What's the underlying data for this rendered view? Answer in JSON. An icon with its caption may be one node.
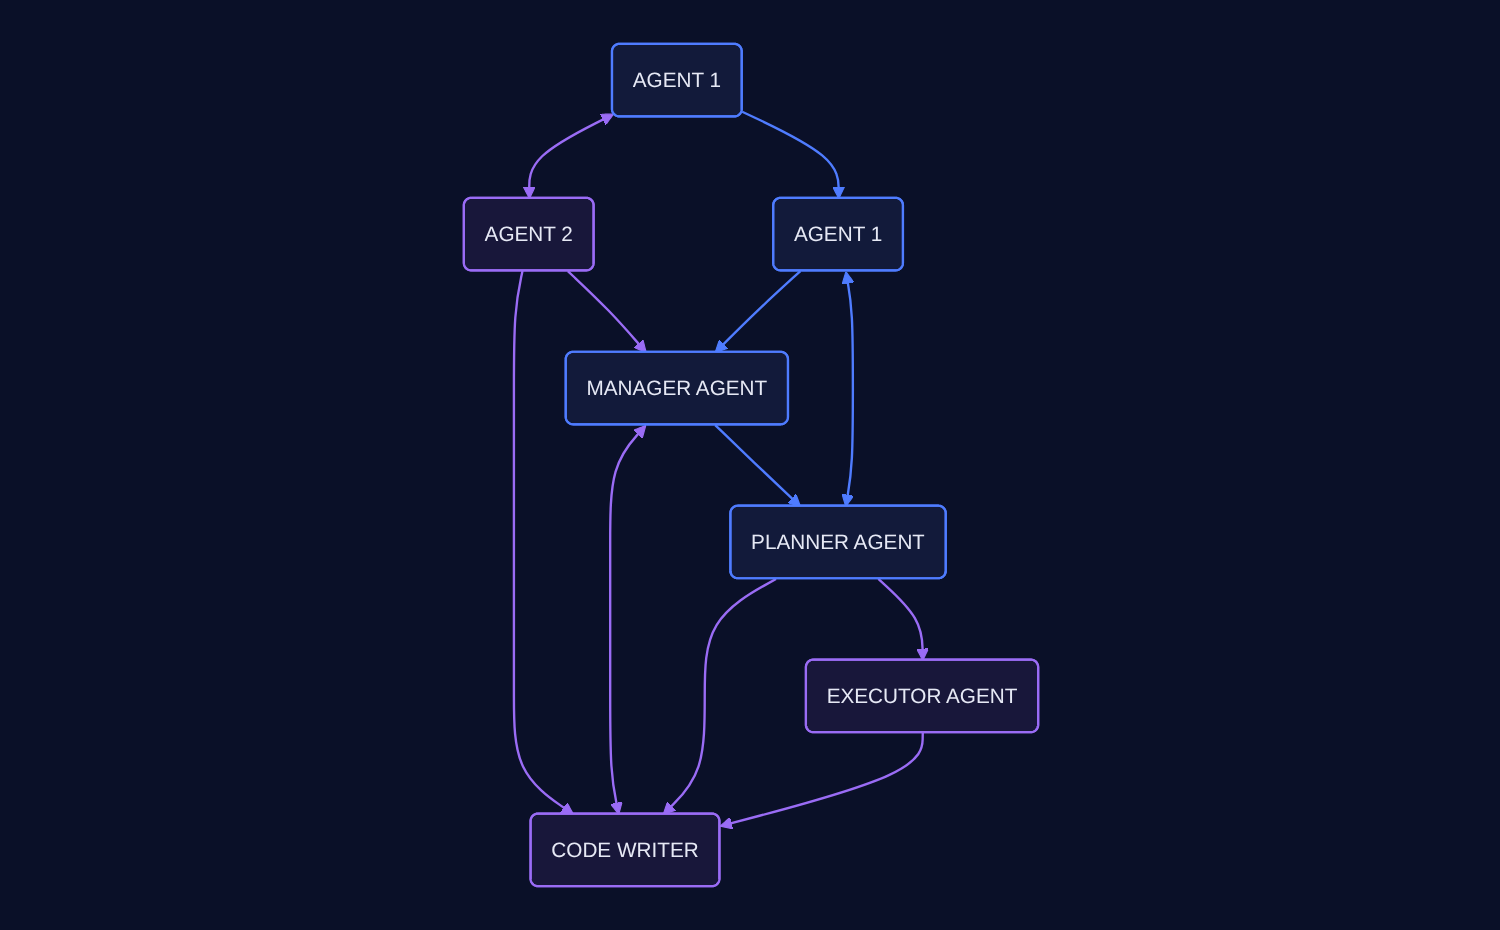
{
  "diagram": {
    "nodes": [
      {
        "text": [
          "AGENT 1"
        ]
      },
      {
        "text": [
          "AGENT 2"
        ]
      },
      {
        "text": [
          "AGENT 1"
        ]
      },
      {
        "text": [
          "MANAGER AGENT"
        ]
      },
      {
        "text": [
          "CODE WRITER"
        ]
      },
      {
        "text": [
          "PLANNER AGENT"
        ]
      },
      {
        "text": [
          "EXECUTOR AGENT"
        ]
      }
    ],
    "edges": [
      {
        "from": 0,
        "to": 2,
        "arrow": "to",
        "color": "#4f7cff"
      },
      {
        "from": 0,
        "to": 1,
        "arrow": "both"
      },
      {
        "from": 1,
        "to": 3,
        "arrow": "to"
      },
      {
        "from": 1,
        "to": 4,
        "arrow": "to"
      },
      {
        "from": 2,
        "to": 3,
        "arrow": "to",
        "color": "#4f7cff"
      },
      {
        "from": 3,
        "to": 4,
        "arrow": "both"
      },
      {
        "from": 3,
        "to": 5,
        "arrow": "to",
        "color": "#4f7cff"
      },
      {
        "from": 5,
        "to": 4,
        "arrow": "to"
      },
      {
        "from": 2,
        "to": 5,
        "arrow": "both",
        "color": "#4f7cff"
      },
      {
        "from": 5,
        "to": 6,
        "arrow": "to"
      },
      {
        "from": 6,
        "to": 4,
        "arrow": "to"
      }
    ]
  }
}
